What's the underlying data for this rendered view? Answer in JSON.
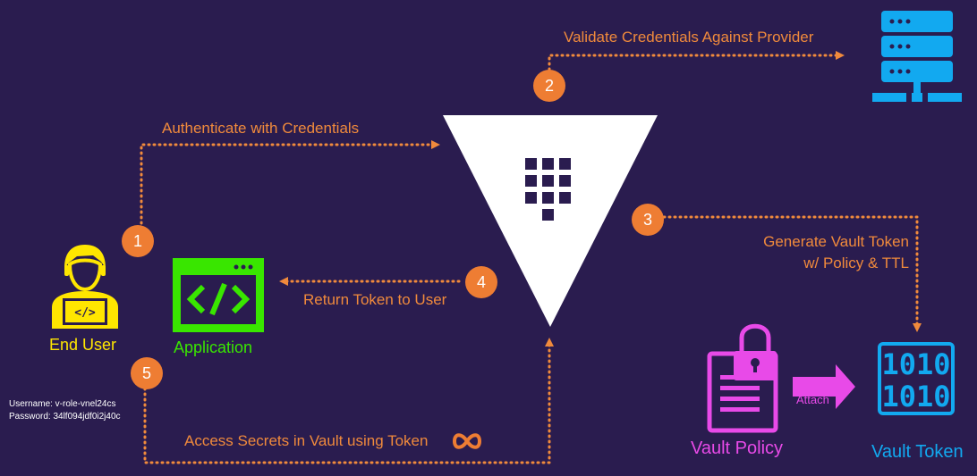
{
  "colors": {
    "background": "#2a1c4f",
    "arrow": "#f08a3c",
    "step_badge": "#ee7d33",
    "user": "#ffe600",
    "application": "#39e600",
    "server": "#12a9f0",
    "policy": "#e84ae8",
    "vault": "#ffffff"
  },
  "icons": {
    "user": "developer-user-icon",
    "application": "code-window-icon",
    "vault": "vault-triangle-logo",
    "provider": "server-stack-icon",
    "policy": "document-lock-icon",
    "token": "binary-token-icon"
  },
  "labels": {
    "authenticate": "Authenticate with Credentials",
    "validate": "Validate Credentials Against Provider",
    "generate_line1": "Generate Vault Token",
    "generate_line2": "w/ Policy & TTL",
    "return_token": "Return Token to User",
    "access_secrets": "Access Secrets in Vault using Token"
  },
  "actors": {
    "end_user": "End User",
    "application": "Application",
    "vault_policy": "Vault Policy",
    "vault_token": "Vault Token",
    "attach": "Attach",
    "token_digits_top": "1010",
    "token_digits_bottom": "1010"
  },
  "credentials": {
    "username": "Username: v-role-vnel24cs",
    "password": "Password: 34lf094jdf0i2j40c"
  },
  "steps": [
    "1",
    "2",
    "3",
    "4",
    "5"
  ]
}
